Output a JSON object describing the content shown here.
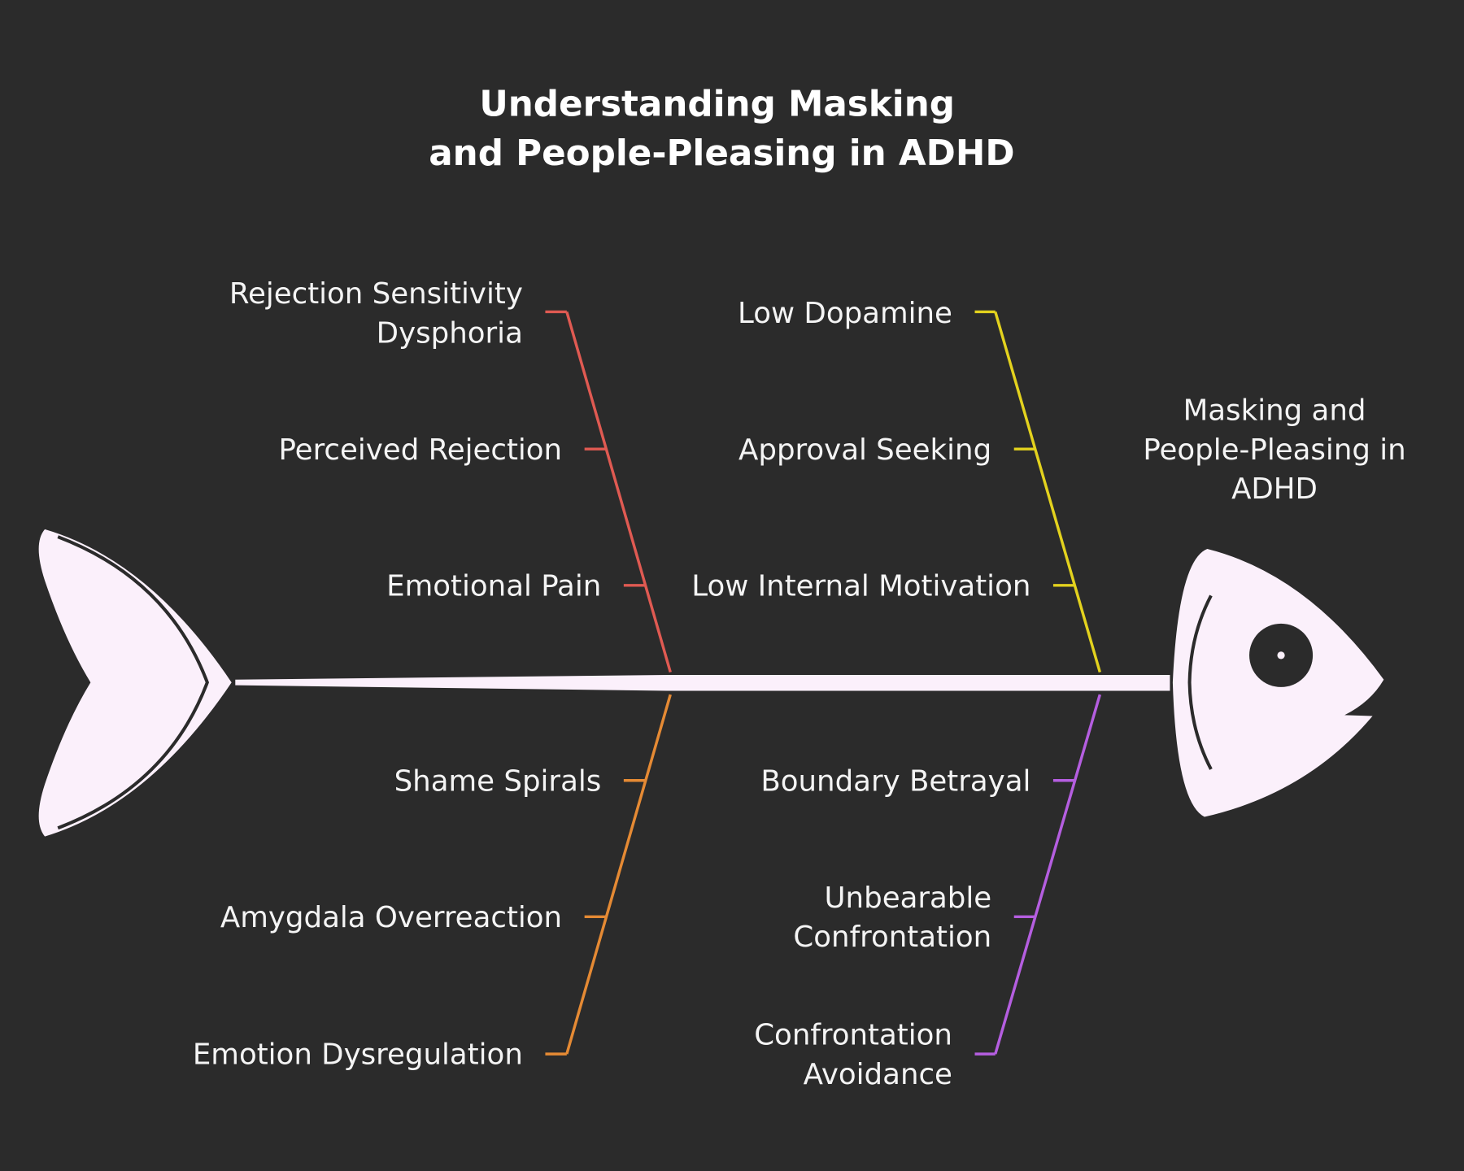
{
  "title": {
    "line1": "Understanding Masking",
    "line2": "and People-Pleasing in ADHD"
  },
  "effect": {
    "line1": "Masking and",
    "line2": "People-Pleasing in",
    "line3": "ADHD"
  },
  "colors": {
    "background": "#2b2b2b",
    "fish": "#fbf0fb",
    "outline": "#2b2b2b",
    "branch_top_left": "#e05a52",
    "branch_top_right": "#e3d21e",
    "branch_bottom_left": "#e58a34",
    "branch_bottom_right": "#b55ee0"
  },
  "branches": {
    "top_left": {
      "causes": [
        {
          "line1": "Rejection Sensitivity",
          "line2": "Dysphoria"
        },
        {
          "line1": "Perceived Rejection"
        },
        {
          "line1": "Emotional Pain"
        }
      ]
    },
    "top_right": {
      "causes": [
        {
          "line1": "Low Dopamine"
        },
        {
          "line1": "Approval Seeking"
        },
        {
          "line1": "Low Internal Motivation"
        }
      ]
    },
    "bottom_left": {
      "causes": [
        {
          "line1": "Shame Spirals"
        },
        {
          "line1": "Amygdala Overreaction"
        },
        {
          "line1": "Emotion Dysregulation"
        }
      ]
    },
    "bottom_right": {
      "causes": [
        {
          "line1": "Boundary Betrayal"
        },
        {
          "line1": "Unbearable",
          "line2": "Confrontation"
        },
        {
          "line1": "Confrontation",
          "line2": "Avoidance"
        }
      ]
    }
  }
}
